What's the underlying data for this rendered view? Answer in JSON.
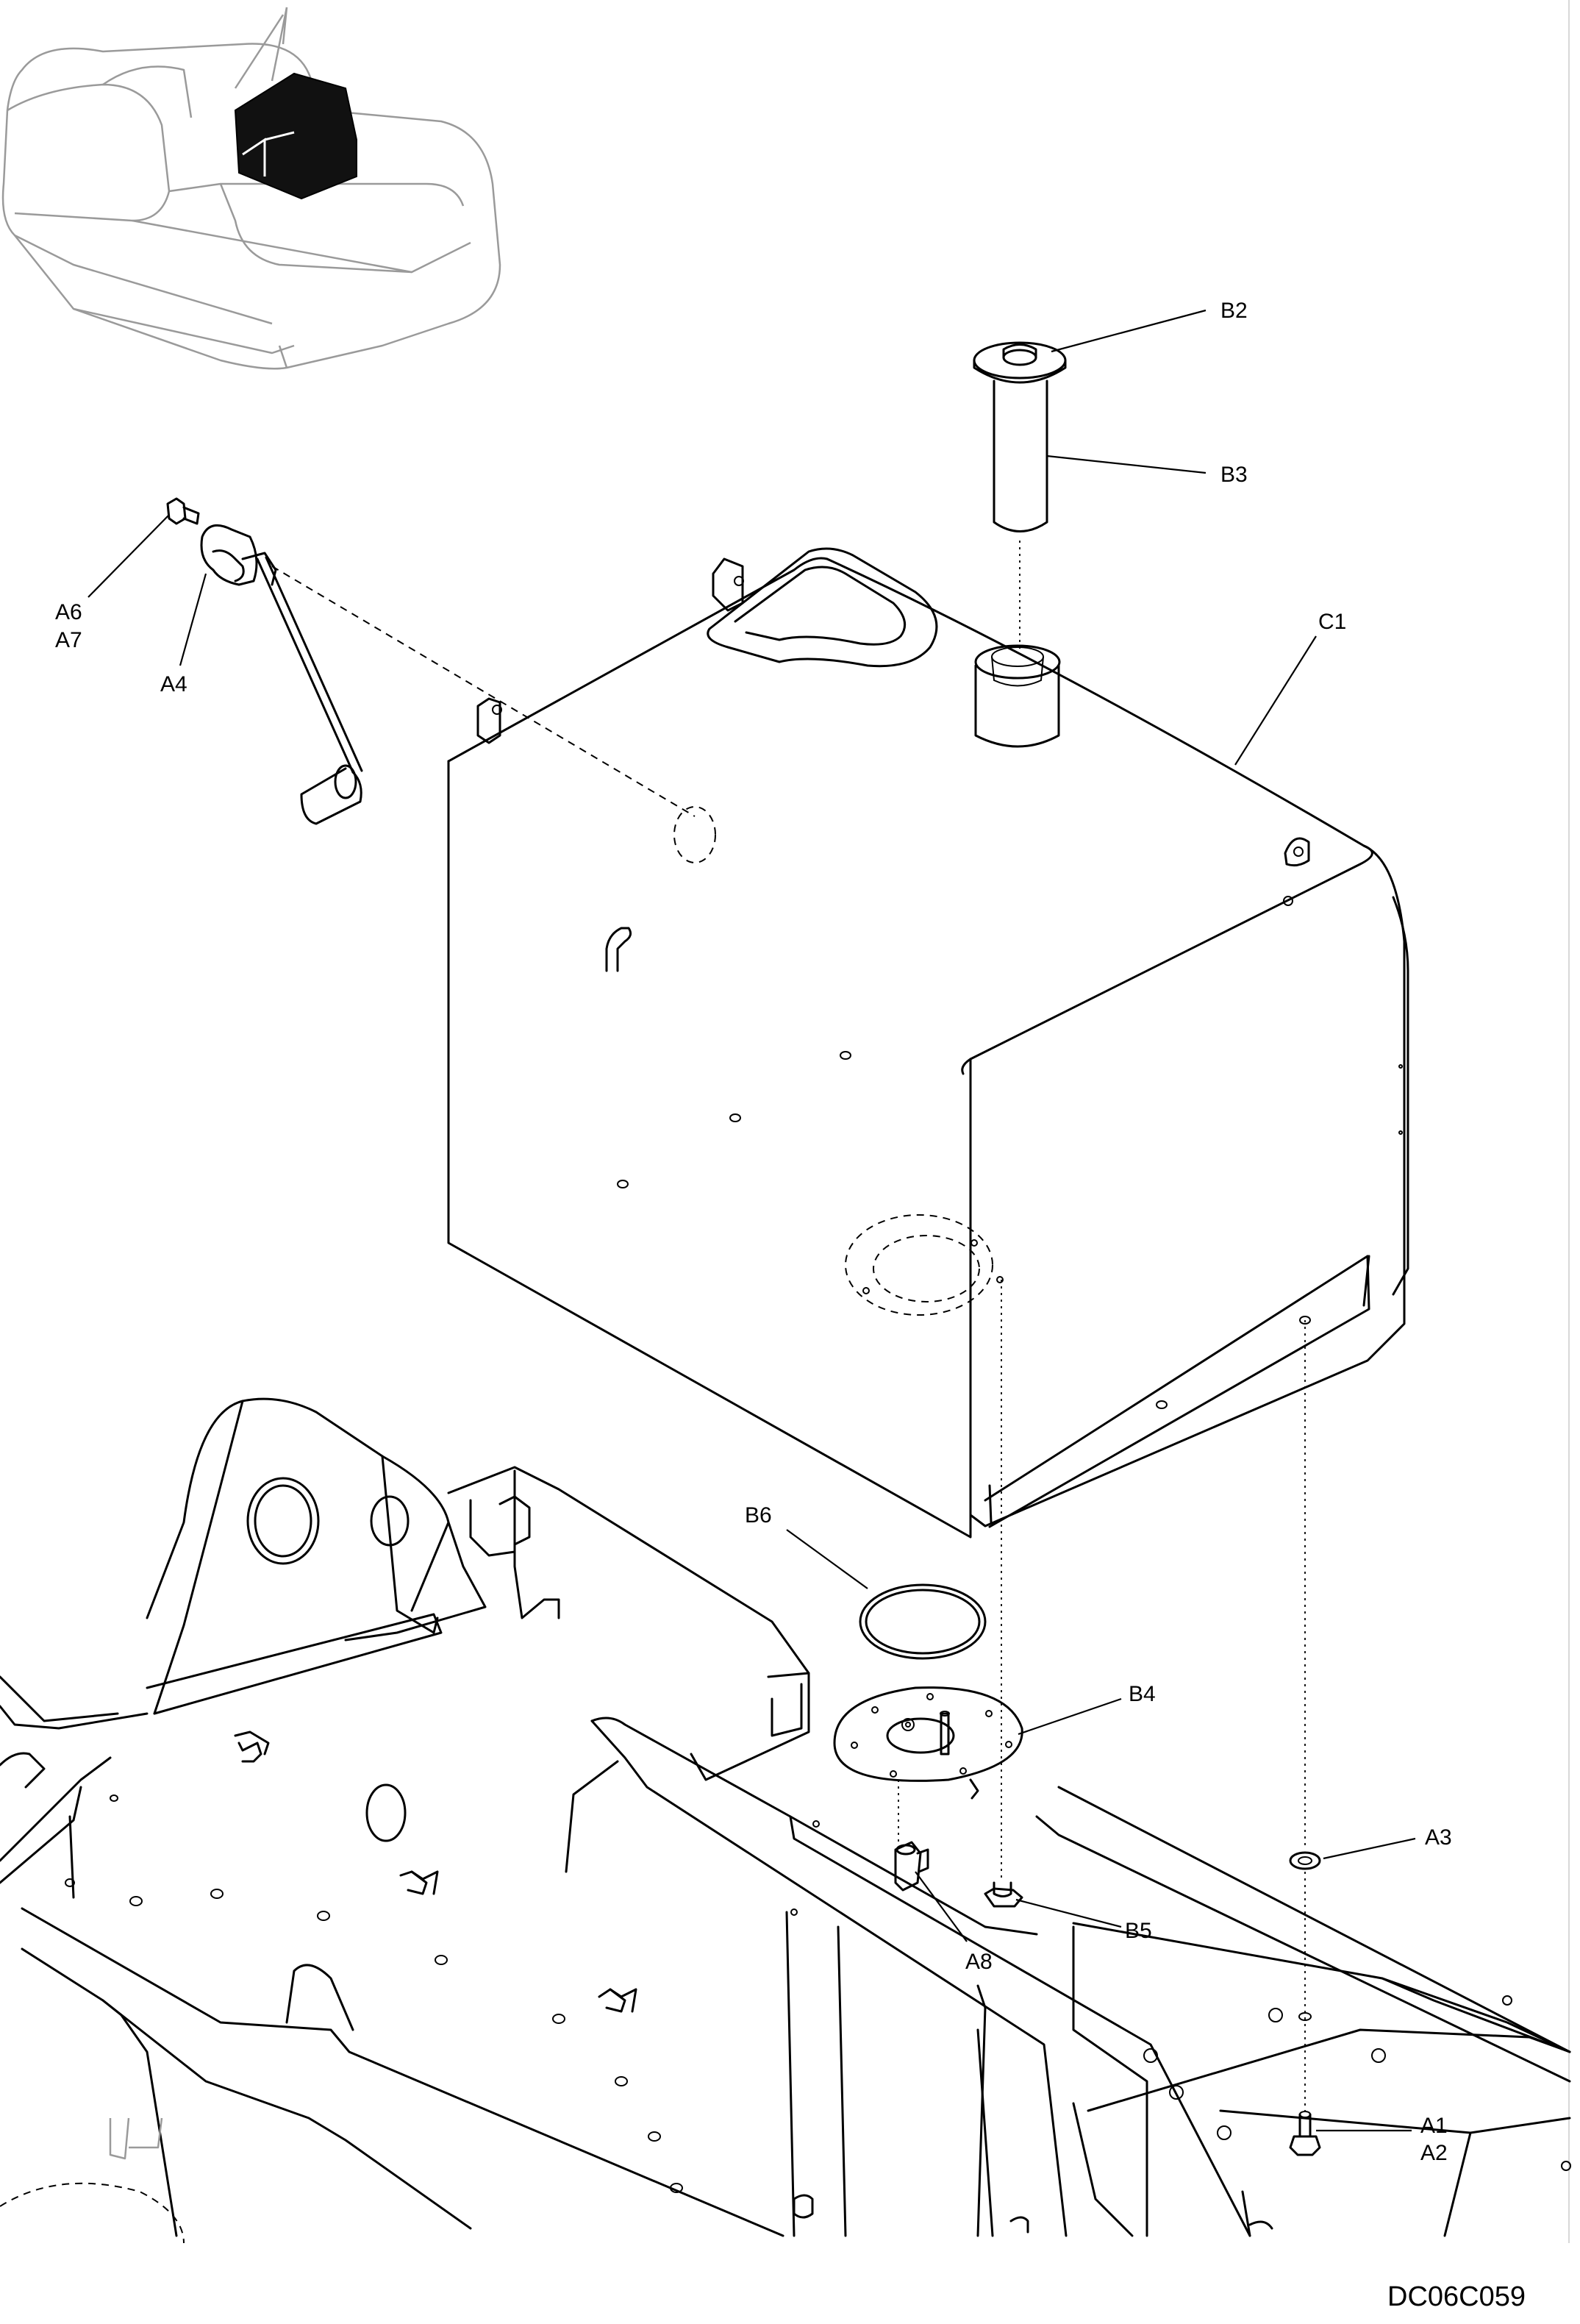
{
  "callouts": [
    {
      "id": "B2",
      "text": "B2"
    },
    {
      "id": "B3",
      "text": "B3"
    },
    {
      "id": "C1",
      "text": "C1"
    },
    {
      "id": "A6",
      "text": "A6"
    },
    {
      "id": "A7",
      "text": "A7"
    },
    {
      "id": "A4",
      "text": "A4"
    },
    {
      "id": "B6",
      "text": "B6"
    },
    {
      "id": "B4",
      "text": "B4"
    },
    {
      "id": "A3",
      "text": "A3"
    },
    {
      "id": "B5",
      "text": "B5"
    },
    {
      "id": "A8",
      "text": "A8"
    },
    {
      "id": "A1",
      "text": "A1"
    },
    {
      "id": "A2",
      "text": "A2"
    }
  ],
  "drawing_code": "DC06C059",
  "colors": {
    "line": "#000000",
    "locator": "#9a9a9a",
    "background": "#ffffff"
  }
}
